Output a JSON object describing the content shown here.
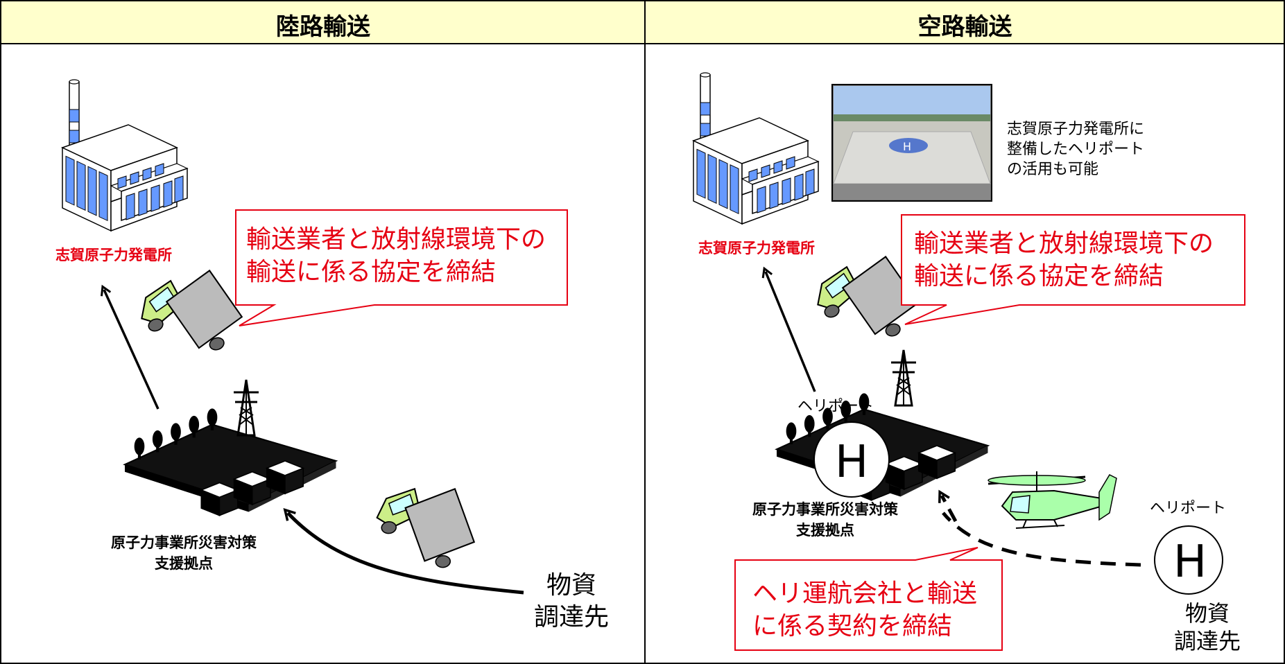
{
  "panels": {
    "land": {
      "title": "陸路輸送",
      "plant_label": "志賀原子力発電所",
      "agreement": [
        "輸送業者と放射線環境下の",
        "輸送に係る協定を締結"
      ],
      "base_label": [
        "原子力事業所災害対策",
        "支援拠点"
      ],
      "source_label": [
        "物資",
        "調達先"
      ]
    },
    "air": {
      "title": "空路輸送",
      "plant_label": "志賀原子力発電所",
      "heliport_note": [
        "志賀原子力発電所に",
        "整備したヘリポート",
        "の活用も可能"
      ],
      "agreement": [
        "輸送業者と放射線環境下の",
        "輸送に係る協定を締結"
      ],
      "heliport_label_base": "ヘリポート",
      "heliport_label_source": "ヘリポート",
      "heliport_symbol": "H",
      "base_label": [
        "原子力事業所災害対策",
        "支援拠点"
      ],
      "contract": [
        "ヘリ運航会社と輸送",
        "に係る契約を締結"
      ],
      "source_label": [
        "物資",
        "調達先"
      ]
    }
  },
  "colors": {
    "header_bg": "#ffffcc",
    "callout_border": "#e60012",
    "callout_text": "#e60012",
    "building_window": "#6699ff",
    "truck_cab": "#ccee88",
    "truck_cargo": "#bbbbbb",
    "helicopter": "#aaffaa"
  }
}
